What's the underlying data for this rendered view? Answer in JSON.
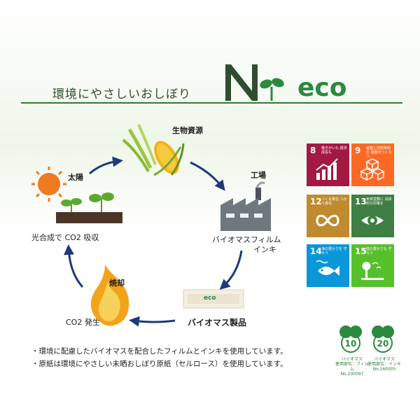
{
  "header": {
    "tagline": "環境にやさしいおしぼり",
    "logo_eco": "eco"
  },
  "cycle": {
    "biomass_resource": "生物資源",
    "factory": "工場",
    "film_label_1": "バイオマスフィルム",
    "film_label_2": "インキ",
    "product": "バイオマス製品",
    "incineration": "焼却",
    "co2_emit": "CO2 発生",
    "sun": "太陽",
    "photosynthesis": "光合成で CO2 吸収",
    "product_pack_text": "eco"
  },
  "sdgs": [
    {
      "num": "8",
      "text": "働きがいも 経済成長も",
      "color": "#a21942",
      "icon": "growth-chart-icon"
    },
    {
      "num": "9",
      "text": "産業と技術革新の 基盤をつくろう",
      "color": "#fd6925",
      "icon": "cubes-icon"
    },
    {
      "num": "12",
      "text": "つくる責任 つかう責任",
      "color": "#bf8b2e",
      "icon": "infinity-icon"
    },
    {
      "num": "13",
      "text": "気候変動に 具体的な対策を",
      "color": "#3f7e44",
      "icon": "eye-globe-icon"
    },
    {
      "num": "14",
      "text": "海の豊かさを 守ろう",
      "color": "#0a97d9",
      "icon": "fish-icon"
    },
    {
      "num": "15",
      "text": "陸の豊かさも 守ろう",
      "color": "#56c02b",
      "icon": "tree-bird-icon"
    }
  ],
  "notes": [
    "・環境に配慮したバイオマスを配合したフィルムとインキを使用しています。",
    "・原紙は環境にやさしい未晒おしぼり原紙（セルロース）を使用しています。"
  ],
  "biomass_marks": [
    {
      "value": "10",
      "caption_1": "バイオマス",
      "caption_2": "使用部位：フィルム",
      "caption_3": "No.200097"
    },
    {
      "value": "20",
      "caption_1": "バイオマス",
      "caption_2": "使用部位：インキ",
      "caption_3": "No.160005"
    }
  ],
  "colors": {
    "brand_green": "#2b8a3e",
    "arrow_navy": "#1f3a7a"
  }
}
